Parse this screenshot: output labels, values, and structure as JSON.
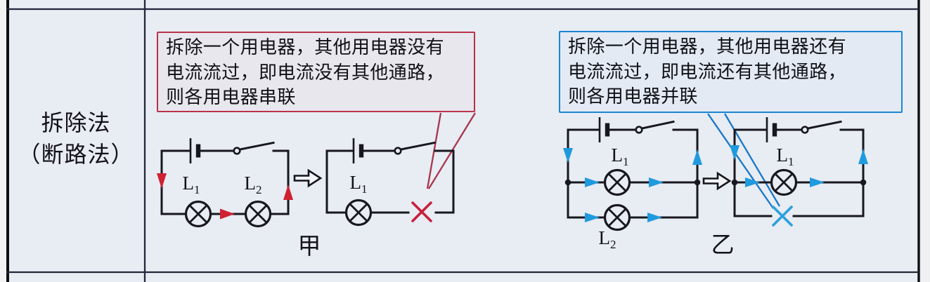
{
  "header": {
    "line1": "拆除法",
    "line2": "（断路法）"
  },
  "callouts": {
    "series": {
      "text": "拆除一个用电器，其他用电器没有\n电流流过，即电流没有其他通路，\n则各用电器串联"
    },
    "parallel": {
      "text": "拆除一个用电器，其他用电器还有\n电流流过，即电流还有其他通路，\n则各用电器并联"
    }
  },
  "figures": {
    "series_caption": "甲",
    "parallel_caption": "乙"
  },
  "lamps": {
    "letter": "L",
    "sub1": "1",
    "sub2": "2"
  },
  "colors": {
    "cell_bg": "#e8ecf3",
    "wire": "#17171f",
    "series_accent": "#cf2132",
    "series_cross": "#c81f3e",
    "parallel_accent": "#1f9ade",
    "parallel_cross": "#2aa1dc",
    "callout_series_border": "#b93349",
    "callout_parallel_border": "#1b86d3"
  }
}
